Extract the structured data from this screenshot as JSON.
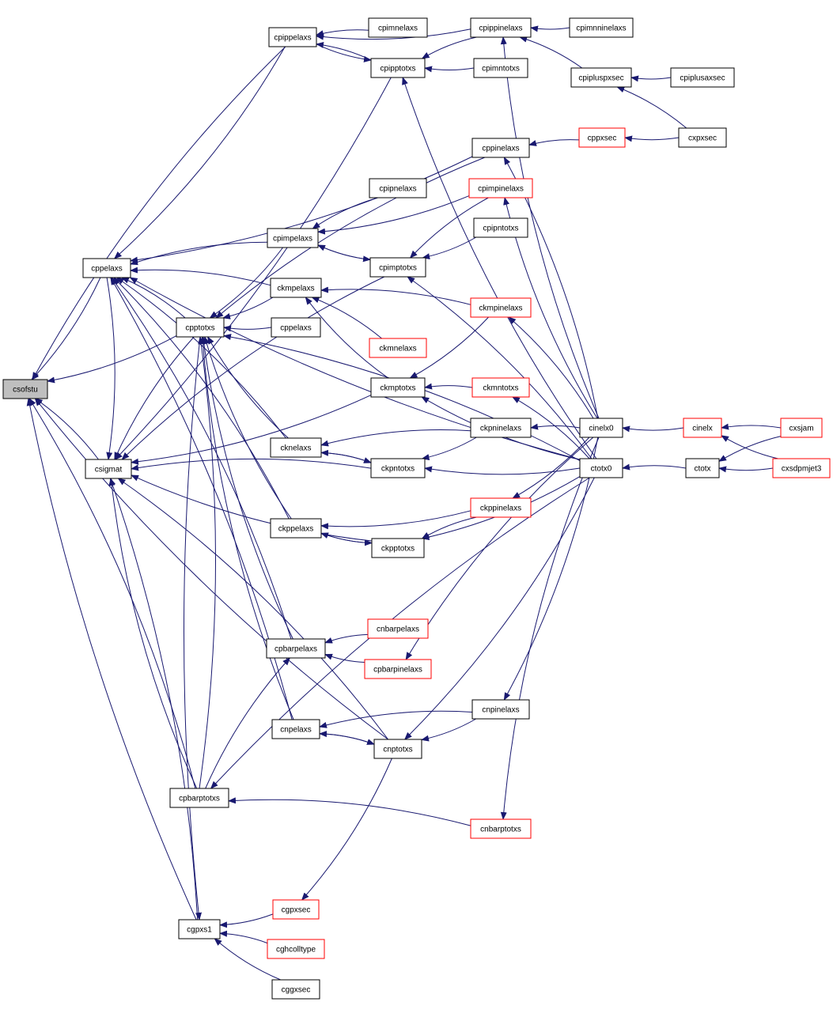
{
  "colors": {
    "edge": "#191970",
    "node_border_normal": "#000000",
    "node_border_red": "#ff0000",
    "root_fill": "#bfbfbf",
    "node_fill": "#ffffff"
  },
  "nodes": [
    {
      "id": "csofstu",
      "label": "csofstu",
      "style": "root"
    },
    {
      "id": "cppelaxs",
      "label": "cppelaxs",
      "style": "normal"
    },
    {
      "id": "csigmat",
      "label": "csigmat",
      "style": "normal"
    },
    {
      "id": "cpippelaxs",
      "label": "cpippelaxs",
      "style": "normal"
    },
    {
      "id": "cpptotxs",
      "label": "cpptotxs",
      "style": "normal"
    },
    {
      "id": "cpimnelaxs",
      "label": "cpimnelaxs",
      "style": "normal"
    },
    {
      "id": "cpippinelaxs",
      "label": "cpippinelaxs",
      "style": "normal"
    },
    {
      "id": "cpimnninelaxs",
      "label": "cpimnninelaxs",
      "style": "normal"
    },
    {
      "id": "cpipptotxs",
      "label": "cpipptotxs",
      "style": "normal"
    },
    {
      "id": "cpimntotxs",
      "label": "cpimntotxs",
      "style": "normal"
    },
    {
      "id": "cpipluspxsec",
      "label": "cpipluspxsec",
      "style": "normal"
    },
    {
      "id": "cpiplusaxsec",
      "label": "cpiplusaxsec",
      "style": "normal"
    },
    {
      "id": "cppinelaxs",
      "label": "cppinelaxs",
      "style": "normal"
    },
    {
      "id": "cppxsec",
      "label": "cppxsec",
      "style": "red"
    },
    {
      "id": "cxpxsec",
      "label": "cxpxsec",
      "style": "normal"
    },
    {
      "id": "cpipnelaxs",
      "label": "cpipnelaxs",
      "style": "normal"
    },
    {
      "id": "cpimpinelaxs",
      "label": "cpimpinelaxs",
      "style": "red"
    },
    {
      "id": "cpimpelaxs",
      "label": "cpimpelaxs",
      "style": "normal"
    },
    {
      "id": "cpipntotxs",
      "label": "cpipntotxs",
      "style": "normal"
    },
    {
      "id": "cpimptotxs",
      "label": "cpimptotxs",
      "style": "normal"
    },
    {
      "id": "ckmpelaxs",
      "label": "ckmpelaxs",
      "style": "normal"
    },
    {
      "id": "ckmpinelaxs",
      "label": "ckmpinelaxs",
      "style": "red"
    },
    {
      "id": "cppelaxs2",
      "label": "cppelaxs",
      "style": "normal"
    },
    {
      "id": "ckmnelaxs",
      "label": "ckmnelaxs",
      "style": "red"
    },
    {
      "id": "ckmptotxs",
      "label": "ckmptotxs",
      "style": "normal"
    },
    {
      "id": "ckmntotxs",
      "label": "ckmntotxs",
      "style": "red"
    },
    {
      "id": "ckpninelaxs",
      "label": "ckpninelaxs",
      "style": "normal"
    },
    {
      "id": "cinelx0",
      "label": "cinelx0",
      "style": "normal"
    },
    {
      "id": "cinelx",
      "label": "cinelx",
      "style": "red"
    },
    {
      "id": "cxsjam",
      "label": "cxsjam",
      "style": "red"
    },
    {
      "id": "cknelaxs",
      "label": "cknelaxs",
      "style": "normal"
    },
    {
      "id": "ckpntotxs",
      "label": "ckpntotxs",
      "style": "normal"
    },
    {
      "id": "ctotx0",
      "label": "ctotx0",
      "style": "normal"
    },
    {
      "id": "ctotx",
      "label": "ctotx",
      "style": "normal"
    },
    {
      "id": "cxsdpmjet3",
      "label": "cxsdpmjet3",
      "style": "red"
    },
    {
      "id": "ckppinelaxs",
      "label": "ckppinelaxs",
      "style": "red"
    },
    {
      "id": "ckppelaxs",
      "label": "ckppelaxs",
      "style": "normal"
    },
    {
      "id": "ckpptotxs",
      "label": "ckpptotxs",
      "style": "normal"
    },
    {
      "id": "cnbarpelaxs",
      "label": "cnbarpelaxs",
      "style": "red"
    },
    {
      "id": "cpbarpelaxs",
      "label": "cpbarpelaxs",
      "style": "normal"
    },
    {
      "id": "cpbarpinelaxs",
      "label": "cpbarpinelaxs",
      "style": "red"
    },
    {
      "id": "cnpinelaxs",
      "label": "cnpinelaxs",
      "style": "normal"
    },
    {
      "id": "cnpelaxs",
      "label": "cnpelaxs",
      "style": "normal"
    },
    {
      "id": "cnptotxs",
      "label": "cnptotxs",
      "style": "normal"
    },
    {
      "id": "cpbarptotxs",
      "label": "cpbarptotxs",
      "style": "normal"
    },
    {
      "id": "cnbarptotxs",
      "label": "cnbarptotxs",
      "style": "red"
    },
    {
      "id": "cgpxsec",
      "label": "cgpxsec",
      "style": "red"
    },
    {
      "id": "cgpxs1",
      "label": "cgpxs1",
      "style": "normal"
    },
    {
      "id": "cghcolltype",
      "label": "cghcolltype",
      "style": "red"
    },
    {
      "id": "cggxsec",
      "label": "cggxsec",
      "style": "normal"
    }
  ],
  "edges": [
    {
      "from": "cppelaxs",
      "to": "csofstu"
    },
    {
      "from": "csigmat",
      "to": "csofstu"
    },
    {
      "from": "cpptotxs",
      "to": "csofstu"
    },
    {
      "from": "cpippelaxs",
      "to": "csofstu"
    },
    {
      "from": "cnptotxs",
      "to": "csofstu"
    },
    {
      "from": "cpbarptotxs",
      "to": "csofstu"
    },
    {
      "from": "cgpxs1",
      "to": "csofstu"
    },
    {
      "from": "cpimnelaxs",
      "to": "cpippelaxs"
    },
    {
      "from": "cpippinelaxs",
      "to": "cpippelaxs"
    },
    {
      "from": "cpipptotxs",
      "to": "cpippelaxs"
    },
    {
      "from": "cpippelaxs",
      "to": "cppelaxs"
    },
    {
      "from": "cpippelaxs",
      "to": "cpipptotxs"
    },
    {
      "from": "cpimnninelaxs",
      "to": "cpippinelaxs"
    },
    {
      "from": "cpippinelaxs",
      "to": "cpipptotxs"
    },
    {
      "from": "cpimntotxs",
      "to": "cpipptotxs"
    },
    {
      "from": "cpipluspxsec",
      "to": "cpippinelaxs"
    },
    {
      "from": "cpiplusaxsec",
      "to": "cpipluspxsec"
    },
    {
      "from": "cxpxsec",
      "to": "cpipluspxsec"
    },
    {
      "from": "cxpxsec",
      "to": "cppxsec"
    },
    {
      "from": "cppxsec",
      "to": "cppinelaxs"
    },
    {
      "from": "cppinelaxs",
      "to": "cppelaxs"
    },
    {
      "from": "cpipnelaxs",
      "to": "cpimpelaxs"
    },
    {
      "from": "cpimpinelaxs",
      "to": "cpimpelaxs"
    },
    {
      "from": "cpimpinelaxs",
      "to": "cpimptotxs"
    },
    {
      "from": "cpimptotxs",
      "to": "cpimpelaxs"
    },
    {
      "from": "cpimpelaxs",
      "to": "cpimptotxs"
    },
    {
      "from": "cpipntotxs",
      "to": "cpimptotxs"
    },
    {
      "from": "cpimpelaxs",
      "to": "cppelaxs"
    },
    {
      "from": "cpimpelaxs",
      "to": "cpptotxs"
    },
    {
      "from": "ckmpelaxs",
      "to": "cppelaxs"
    },
    {
      "from": "ckmpelaxs",
      "to": "cpptotxs"
    },
    {
      "from": "ckmpinelaxs",
      "to": "ckmpelaxs"
    },
    {
      "from": "ckmpinelaxs",
      "to": "ckmptotxs"
    },
    {
      "from": "ckmnelaxs",
      "to": "ckmpelaxs"
    },
    {
      "from": "ckmptotxs",
      "to": "ckmpelaxs"
    },
    {
      "from": "ckmntotxs",
      "to": "ckmptotxs"
    },
    {
      "from": "cppelaxs2",
      "to": "cpptotxs"
    },
    {
      "from": "cpptotxs",
      "to": "cppelaxs"
    },
    {
      "from": "ckmptotxs",
      "to": "csigmat"
    },
    {
      "from": "ckpninelaxs",
      "to": "cknelaxs"
    },
    {
      "from": "ckpninelaxs",
      "to": "ckpntotxs"
    },
    {
      "from": "cinelx0",
      "to": "ckpninelaxs"
    },
    {
      "from": "cinelx",
      "to": "cinelx0"
    },
    {
      "from": "cxsjam",
      "to": "cinelx"
    },
    {
      "from": "cxsdpmjet3",
      "to": "cinelx"
    },
    {
      "from": "cxsjam",
      "to": "ctotx"
    },
    {
      "from": "cxsdpmjet3",
      "to": "ctotx"
    },
    {
      "from": "ctotx",
      "to": "ctotx0"
    },
    {
      "from": "ctotx0",
      "to": "ckpntotxs"
    },
    {
      "from": "ckpntotxs",
      "to": "cknelaxs"
    },
    {
      "from": "cknelaxs",
      "to": "ckpntotxs"
    },
    {
      "from": "ckpntotxs",
      "to": "csigmat"
    },
    {
      "from": "ckppinelaxs",
      "to": "ckppelaxs"
    },
    {
      "from": "ckppinelaxs",
      "to": "ckpptotxs"
    },
    {
      "from": "ckpptotxs",
      "to": "ckppelaxs"
    },
    {
      "from": "ckppelaxs",
      "to": "ckpptotxs"
    },
    {
      "from": "ctotx0",
      "to": "ckpptotxs"
    },
    {
      "from": "ckppelaxs",
      "to": "cppelaxs"
    },
    {
      "from": "ckppelaxs",
      "to": "cpptotxs"
    },
    {
      "from": "cknelaxs",
      "to": "cppelaxs"
    },
    {
      "from": "cknelaxs",
      "to": "cpptotxs"
    },
    {
      "from": "cnbarpelaxs",
      "to": "cpbarpelaxs"
    },
    {
      "from": "cpbarpinelaxs",
      "to": "cpbarpelaxs"
    },
    {
      "from": "cpbarpelaxs",
      "to": "cppelaxs"
    },
    {
      "from": "cpbarpelaxs",
      "to": "cpptotxs"
    },
    {
      "from": "cnpinelaxs",
      "to": "cnpelaxs"
    },
    {
      "from": "cnpinelaxs",
      "to": "cnptotxs"
    },
    {
      "from": "cnptotxs",
      "to": "cnpelaxs"
    },
    {
      "from": "cnpelaxs",
      "to": "cnptotxs"
    },
    {
      "from": "cnpelaxs",
      "to": "cppelaxs"
    },
    {
      "from": "cnpelaxs",
      "to": "cpptotxs"
    },
    {
      "from": "cnbarptotxs",
      "to": "cpbarptotxs"
    },
    {
      "from": "cpbarptotxs",
      "to": "cpbarpelaxs"
    },
    {
      "from": "cpbarptotxs",
      "to": "cpptotxs"
    },
    {
      "from": "cgpxsec",
      "to": "cgpxs1"
    },
    {
      "from": "cghcolltype",
      "to": "cgpxs1"
    },
    {
      "from": "cggxsec",
      "to": "cgpxs1"
    },
    {
      "from": "cgpxs1",
      "to": "csigmat"
    },
    {
      "from": "cinelx0",
      "to": "cpippinelaxs"
    },
    {
      "from": "cinelx0",
      "to": "cppinelaxs"
    },
    {
      "from": "cinelx0",
      "to": "cpimpinelaxs"
    },
    {
      "from": "cinelx0",
      "to": "ckmpinelaxs"
    },
    {
      "from": "cinelx0",
      "to": "ckppinelaxs"
    },
    {
      "from": "cinelx0",
      "to": "cpbarpinelaxs"
    },
    {
      "from": "cinelx0",
      "to": "cnpinelaxs"
    },
    {
      "from": "cinelx0",
      "to": "cnbarptotxs"
    },
    {
      "from": "ctotx0",
      "to": "cpipptotxs"
    },
    {
      "from": "ctotx0",
      "to": "cpimptotxs"
    },
    {
      "from": "ctotx0",
      "to": "ckmptotxs"
    },
    {
      "from": "ctotx0",
      "to": "ckmntotxs"
    },
    {
      "from": "ctotx0",
      "to": "cnptotxs"
    },
    {
      "from": "ctotx0",
      "to": "cpptotxs"
    },
    {
      "from": "ctotx0",
      "to": "cppelaxs"
    },
    {
      "from": "ctotx0",
      "to": "cpbarptotxs"
    },
    {
      "from": "cnptotxs",
      "to": "cgpxsec"
    },
    {
      "from": "cpptotxs",
      "to": "cgpxs1"
    },
    {
      "from": "cpipptotxs",
      "to": "csigmat"
    },
    {
      "from": "cpimptotxs",
      "to": "csigmat"
    },
    {
      "from": "ckpptotxs",
      "to": "csigmat"
    },
    {
      "from": "cnptotxs",
      "to": "csigmat"
    },
    {
      "from": "cpbarptotxs",
      "to": "csigmat"
    },
    {
      "from": "cpptotxs",
      "to": "csigmat"
    },
    {
      "from": "cppelaxs",
      "to": "csigmat"
    },
    {
      "from": "cppinelaxs",
      "to": "cpptotxs"
    }
  ]
}
